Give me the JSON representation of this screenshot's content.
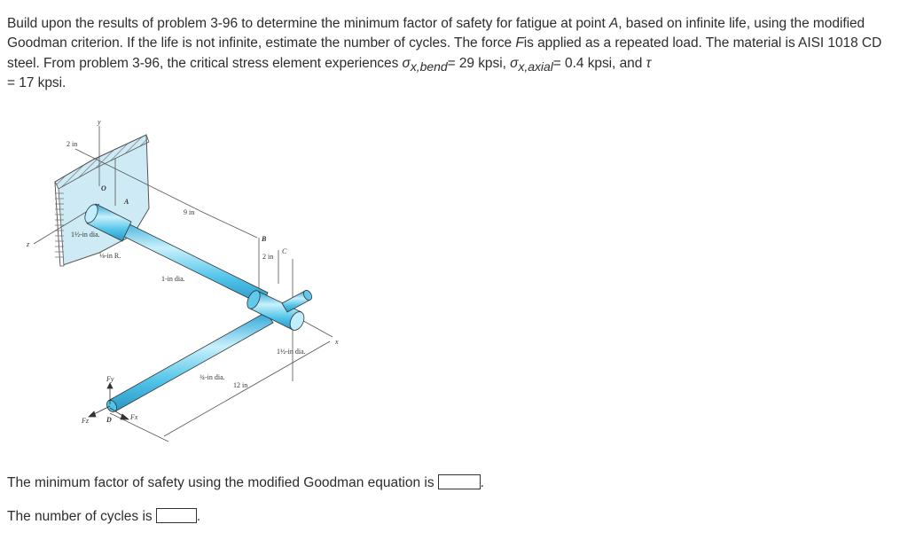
{
  "problem": {
    "part1": "Build upon the results of problem 3-96 to determine the minimum factor of safety for fatigue at point ",
    "point": "A",
    "part2": ", based on infinite life, using the modified Goodman criterion. If the life is not infinite, estimate the number of cycles. The force ",
    "force": "F",
    "part3": "is applied as a repeated load. The material is AISI 1018 CD steel. From problem 3-96, the critical stress element experiences ",
    "sigma_symbol": "σ",
    "bend_sub": "x,bend",
    "bend_value": "= 29 kpsi, ",
    "axial_sub": "x,axial",
    "axial_value": "= 0.4 kpsi, and ",
    "tau_symbol": "τ",
    "tau_value": "= 17 kpsi."
  },
  "figure": {
    "labels": {
      "y_axis": "y",
      "x_axis": "x",
      "z_axis": "z",
      "dim_2in_top": "2 in",
      "origin": "O",
      "point_a": "A",
      "dim_9in": "9 in",
      "dia_1_5_left": "1½-in dia.",
      "fillet_radius": "⅛-in R.",
      "dia_1": "1-in dia.",
      "point_b": "B",
      "dim_2in_right": "2 in",
      "point_c": "C",
      "dia_1_5_right": "1½-in dia.",
      "dia_3_4": "¾-in dia.",
      "dim_12in": "12 in",
      "force_y": "Fy",
      "force_z": "Fz",
      "force_x": "Fx",
      "point_d": "D"
    }
  },
  "questions": {
    "q1_label": "The minimum factor of safety using the modified Goodman equation is",
    "q1_value": "",
    "q2_label": "The number of cycles is",
    "q2_value": "",
    "period": "."
  },
  "colors": {
    "shaft": "#4fc3e8",
    "wall": "#cdeaf5",
    "text": "#2d2d2d"
  }
}
